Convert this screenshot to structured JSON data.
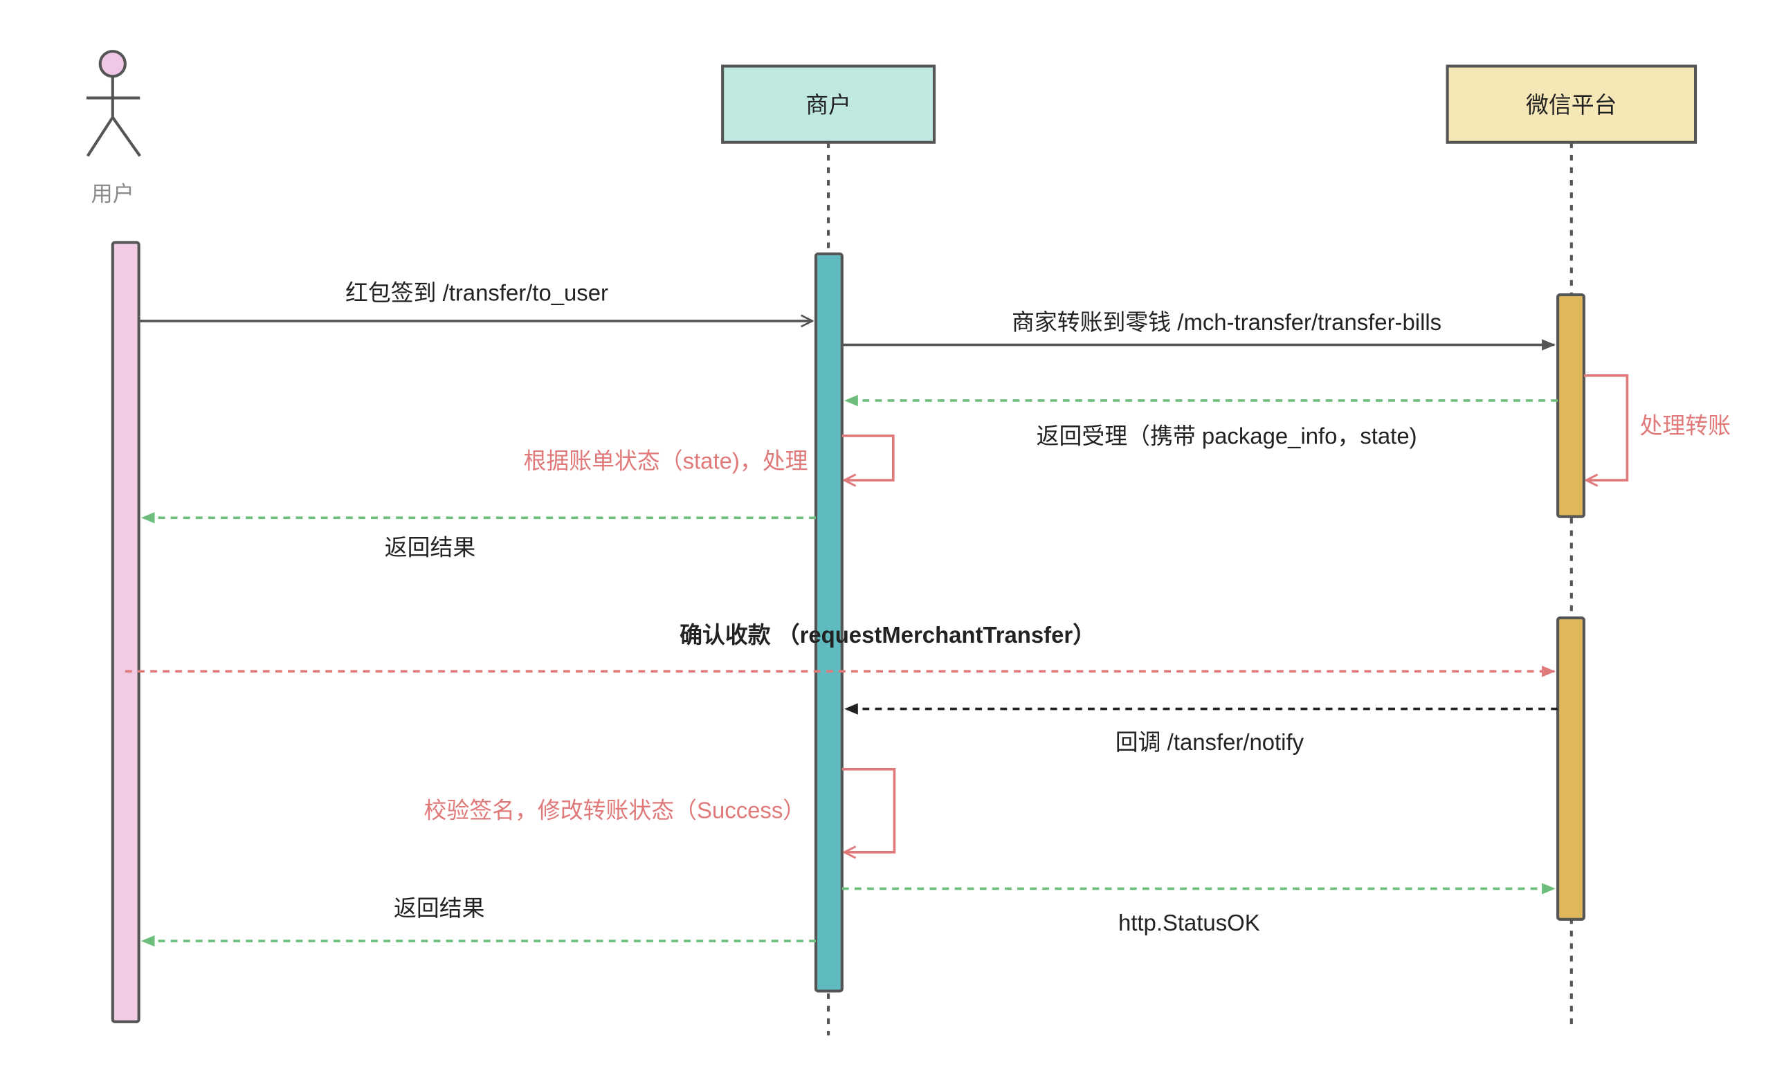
{
  "participants": {
    "user": {
      "label": "用户",
      "color": "#F0C8E5"
    },
    "merchant": {
      "label": "商户",
      "color": "#BEE8E0"
    },
    "wechat": {
      "label": "微信平台",
      "color": "#F6E7B7"
    }
  },
  "activation_colors": {
    "user": "#F2CBE4",
    "merchant": "#5FBBBF",
    "wechat": "#E0B85A"
  },
  "messages": [
    {
      "id": "m1",
      "label": "红包签到 /transfer/to_user",
      "from": "user",
      "to": "merchant",
      "style": "solid",
      "color": "#555555"
    },
    {
      "id": "m2",
      "label": "商家转账到零钱 /mch-transfer/transfer-bills",
      "from": "merchant",
      "to": "wechat",
      "style": "solid",
      "color": "#555555"
    },
    {
      "id": "m3",
      "label": "处理转账",
      "from": "wechat",
      "to": "wechat",
      "style": "self",
      "color": "#E07A7A"
    },
    {
      "id": "m4",
      "label": "返回受理（携带 package_info，state)",
      "from": "wechat",
      "to": "merchant",
      "style": "dashed",
      "color": "#6DBE7D"
    },
    {
      "id": "m5",
      "label": "根据账单状态（state)，处理",
      "from": "merchant",
      "to": "merchant",
      "style": "self",
      "color": "#E07A7A"
    },
    {
      "id": "m6",
      "label": "返回结果",
      "from": "merchant",
      "to": "user",
      "style": "dashed",
      "color": "#6DBE7D"
    },
    {
      "id": "m7",
      "label": "确认收款 （requestMerchantTransfer）",
      "from": "user",
      "to": "wechat",
      "style": "dashed",
      "color": "#E07A7A"
    },
    {
      "id": "m8",
      "label": "回调  /tansfer/notify",
      "from": "wechat",
      "to": "merchant",
      "style": "dashed",
      "color": "#222222"
    },
    {
      "id": "m9",
      "label": "校验签名，修改转账状态（Success）",
      "from": "merchant",
      "to": "merchant",
      "style": "self",
      "color": "#E07A7A"
    },
    {
      "id": "m10",
      "label": "http.StatusOK",
      "from": "merchant",
      "to": "wechat",
      "style": "dashed",
      "color": "#6DBE7D"
    },
    {
      "id": "m11",
      "label": "返回结果",
      "from": "merchant",
      "to": "user",
      "style": "dashed",
      "color": "#6DBE7D"
    }
  ]
}
